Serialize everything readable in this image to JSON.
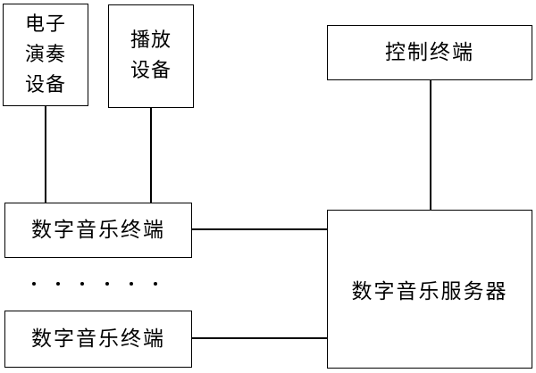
{
  "diagram": {
    "electronic_device": {
      "lines": [
        "电子",
        "演奏",
        "设备"
      ]
    },
    "playback_device": {
      "lines": [
        "播放",
        "设备"
      ]
    },
    "control_terminal": "控制终端",
    "music_terminal_1": "数字音乐终端",
    "music_terminal_2": "数字音乐终端",
    "music_server": "数字音乐服务器",
    "ellipsis": "。。。。。。"
  }
}
